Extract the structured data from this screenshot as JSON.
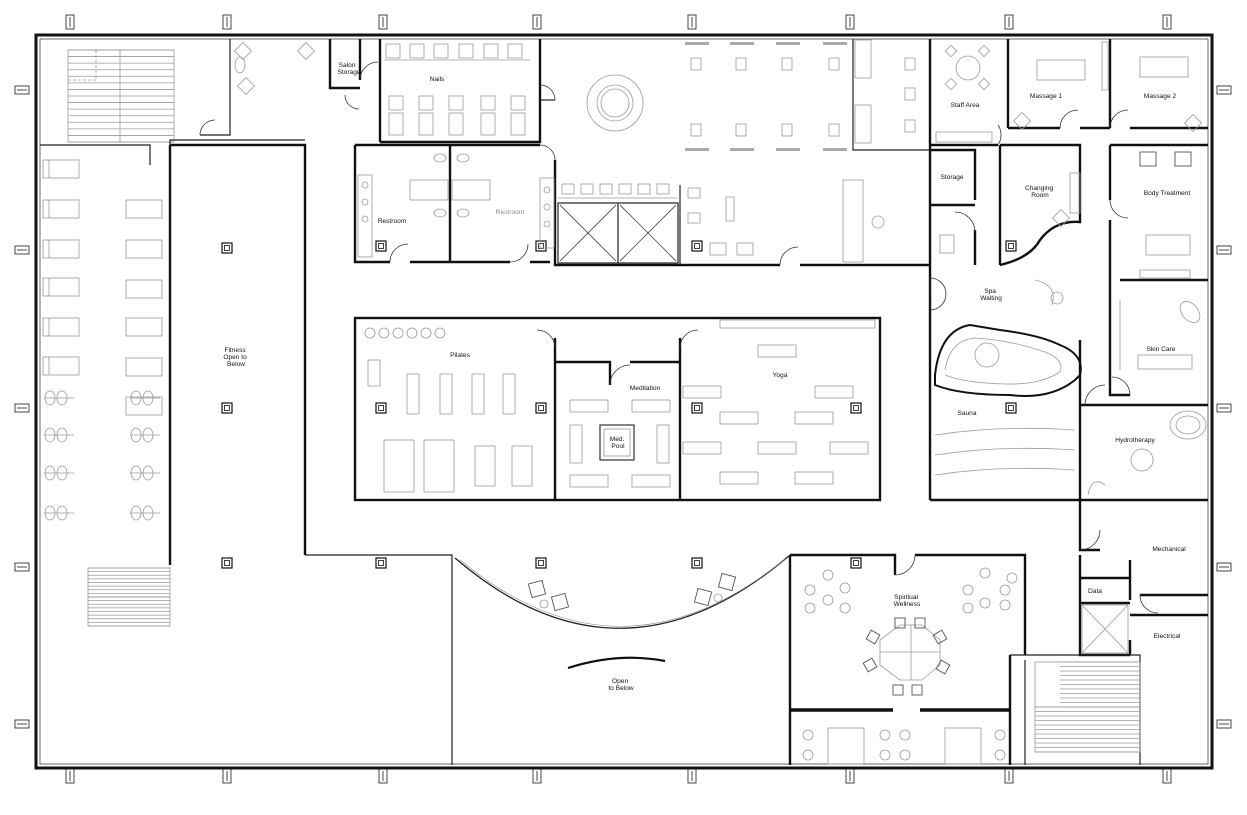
{
  "plan": {
    "rooms": {
      "salon_storage": [
        "Salon",
        "Storage"
      ],
      "nails": "Nails",
      "restroom_1": "Restroom",
      "restroom_2": "Restroom",
      "staff_area": "Staff Area",
      "massage_1": "Massage 1",
      "massage_2": "Massage 2",
      "storage": "Storage",
      "changing_room": [
        "Changing",
        "Room"
      ],
      "body_treatment": "Body Treatment",
      "spa_waiting": [
        "Spa",
        "Waiting"
      ],
      "skin_care": "Skin Care",
      "fitness": [
        "Fitness",
        "Open to",
        "Below"
      ],
      "pilates": "Pilates",
      "meditation": "Meditation",
      "med_pool": [
        "Med.",
        "Pool"
      ],
      "yoga": "Yoga",
      "sauna": "Sauna",
      "hydrotherapy": "Hydrotherapy",
      "mechanical": "Mechanical",
      "data": "Data",
      "electrical": "Electrical",
      "spiritual_wellness": [
        "Spiritual",
        "Wellness"
      ],
      "open_to_below": [
        "Open",
        "to Below"
      ]
    }
  }
}
